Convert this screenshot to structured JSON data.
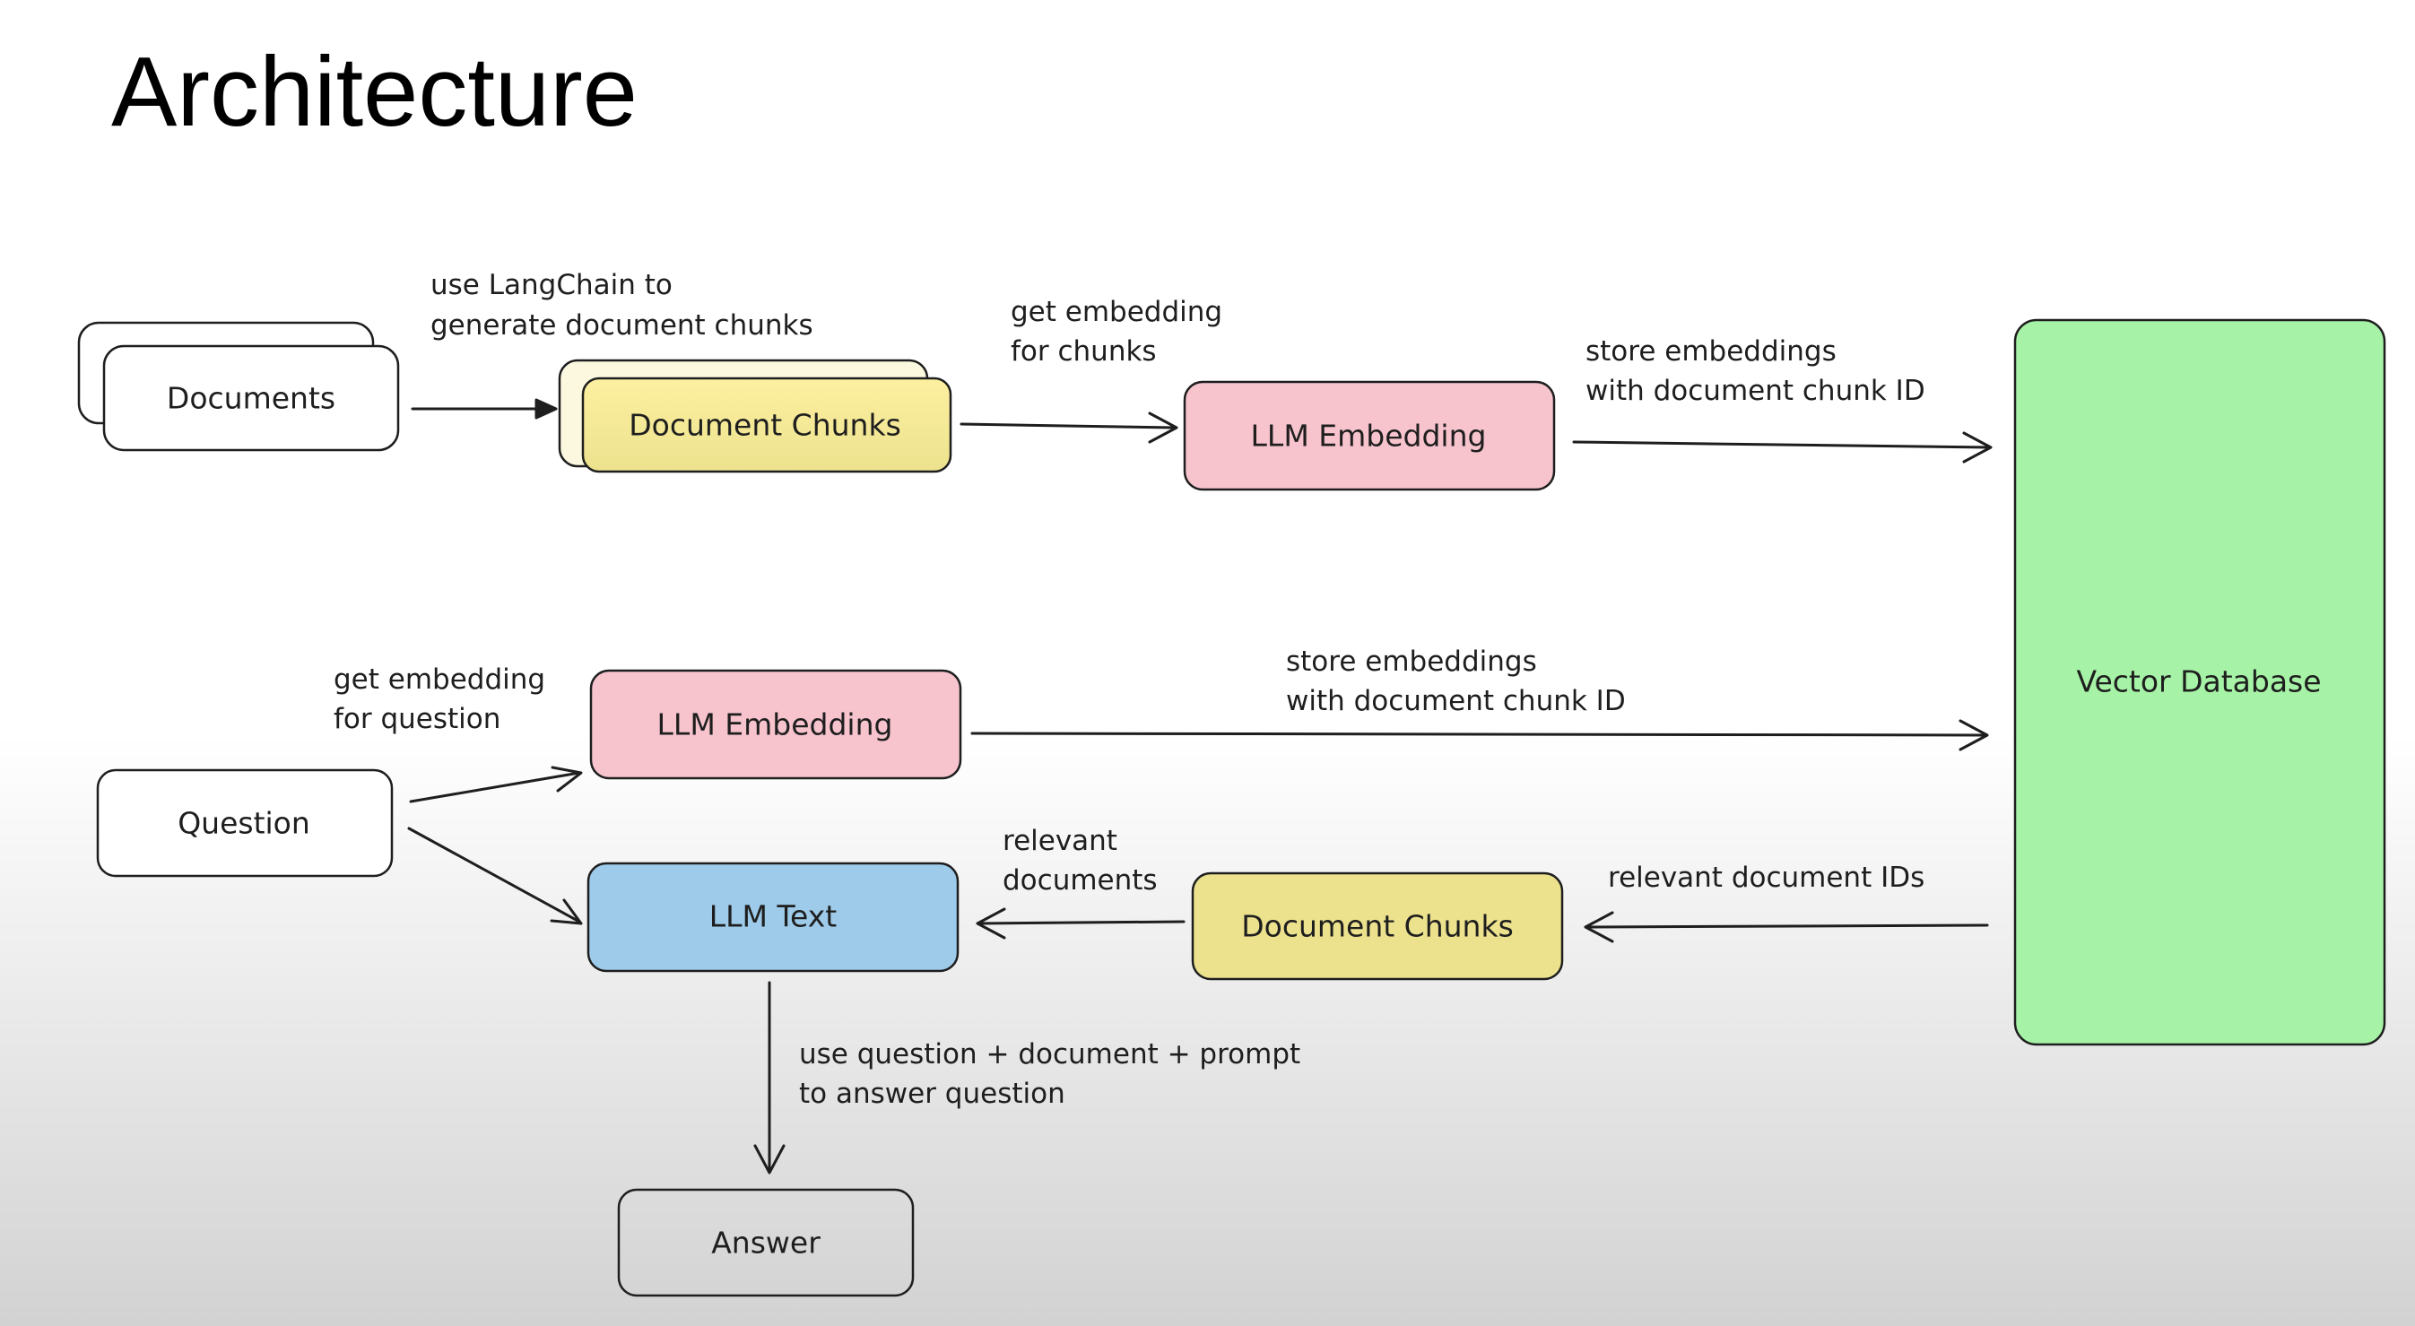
{
  "title": "Architecture",
  "colors": {
    "chunks_yellow_top": "#fdf0a0",
    "chunks_yellow_bottom": "#ece28e",
    "embedding_pink": "#f7c4ce",
    "llm_text_blue": "#9ecbea",
    "vector_db_green": "#a6f2a6",
    "stroke": "#1e1e1e"
  },
  "nodes": {
    "documents": "Documents",
    "document_chunks_top": "Document Chunks",
    "llm_embedding_top": "LLM Embedding",
    "vector_database": "Vector Database",
    "question": "Question",
    "llm_embedding_bottom": "LLM Embedding",
    "llm_text": "LLM Text",
    "document_chunks_bottom": "Document Chunks",
    "answer": "Answer"
  },
  "labels": {
    "langchain": [
      "use LangChain to",
      "generate document chunks"
    ],
    "embed_chunks": [
      "get embedding",
      "for chunks"
    ],
    "store_top": [
      "store embeddings",
      "with document chunk ID"
    ],
    "embed_question": [
      "get embedding",
      "for question"
    ],
    "store_bottom": [
      "store embeddings",
      "with document chunk ID"
    ],
    "relevant_docs": [
      "relevant",
      "documents"
    ],
    "relevant_ids": [
      "relevant document IDs"
    ],
    "use_prompt": [
      "use question + document + prompt",
      "to answer question"
    ]
  }
}
